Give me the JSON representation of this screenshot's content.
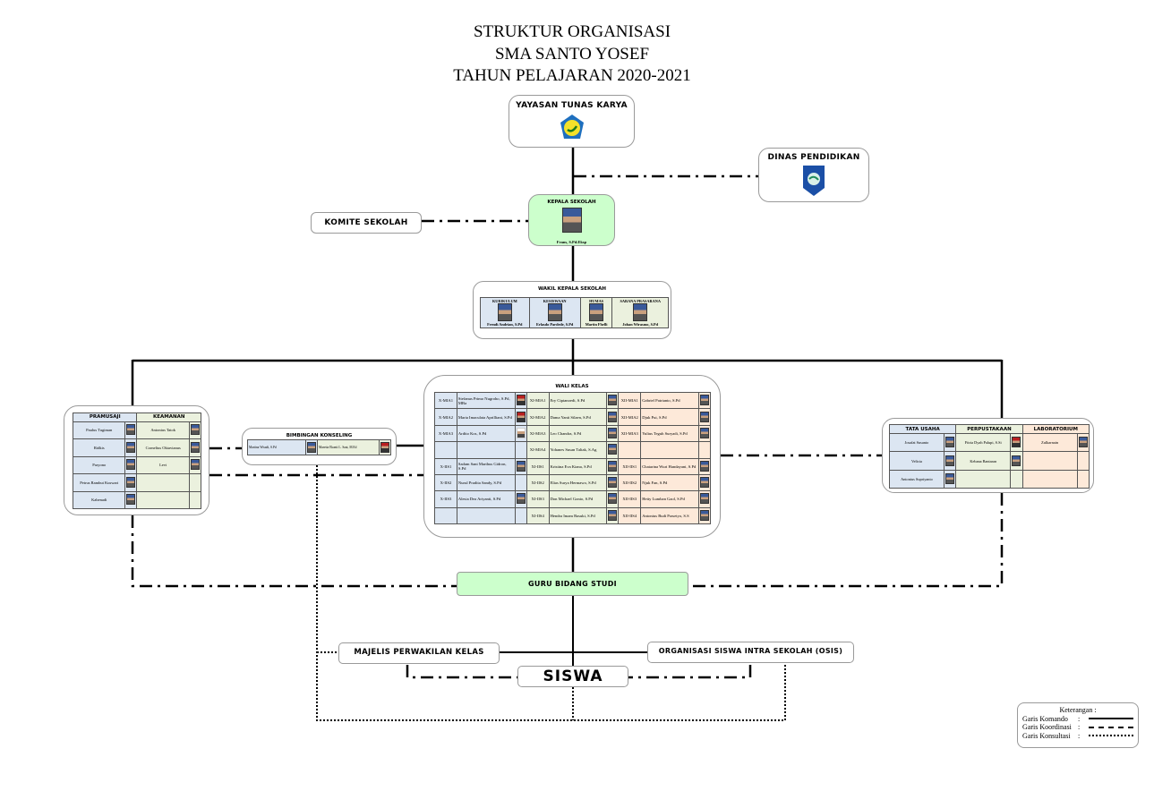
{
  "title": {
    "line1": "STRUKTUR ORGANISASI",
    "line2": "SMA SANTO YOSEF",
    "line3": "TAHUN PELAJARAN 2020-2021"
  },
  "yayasan": {
    "label": "YAYASAN TUNAS KARYA",
    "icon": "yayasan-logo"
  },
  "dinas": {
    "label": "DINAS PENDIDIKAN",
    "icon": "provincial-shield-logo"
  },
  "komite": {
    "label": "KOMITE SEKOLAH"
  },
  "kepala": {
    "label": "KEPALA SEKOLAH",
    "name": "Frans, S.Pd.Eksp"
  },
  "wakil": {
    "label": "WAKIL KEPALA SEKOLAH",
    "items": [
      {
        "role": "KURIKULUM",
        "name": "Frendi Andrian, S.Pd"
      },
      {
        "role": "KESISWAAN",
        "name": "Erlasdo Pardede, S.Pd"
      },
      {
        "role": "HUMAS",
        "name": "Martin Fhelli"
      },
      {
        "role": "SARANA PRASARANA",
        "name": "Johan Wirasmo, S.Pd"
      }
    ]
  },
  "walikelas": {
    "label": "WALI KELAS",
    "rows": [
      {
        "c10": "X-MIA1",
        "n10": "Stefanus Primo Nugroho, S.Pd, MBa",
        "c11": "XI-MIA1",
        "n11": "Ery Ciptanoedi, S.Pd",
        "c12": "XII-MIA1",
        "n12": "Gabriel Patrianto, S.Pd"
      },
      {
        "c10": "X-MIA2",
        "n10": "Maria Imaculata Aprilliani, S.Pd",
        "c11": "XI-MIA2",
        "n11": "Dama Yanti Silaen, S.Pd",
        "c12": "XII-MIA2",
        "n12": "Djuk Pui, S.Pd"
      },
      {
        "c10": "X-MIA3",
        "n10": "Ardito Kos, S.Pd",
        "c11": "XI-MIA3",
        "n11": "Leo Chandra, S.Pd",
        "c12": "XII-MIA3",
        "n12": "Yulius Teguh Suryadi, S.Pd"
      },
      {
        "c10": "",
        "n10": "",
        "c11": "XI-MIA4",
        "n11": "Yohanes Susan Taltak, S.Ag",
        "c12": "",
        "n12": ""
      },
      {
        "c10": "X-IIS1",
        "n10": "Sadam Sant Marthus Gidron, S.Pd",
        "c11": "XI-IIS1",
        "n11": "Kristina Eva Kiana, S.Pd",
        "c12": "XII-IIS1",
        "n12": "Chatarina Wuri Handayani, S.Pd"
      },
      {
        "c10": "X-IIS2",
        "n10": "Nurul Pradita Sandy, S.Pd",
        "c11": "XI-IIS2",
        "n11": "Elias Surya Hermawo, S.Pd",
        "c12": "XII-IIS2",
        "n12": "Njuk Fan, S.Pd"
      },
      {
        "c10": "X-IIS3",
        "n10": "Alesia Dea Ariyanti, S.Pd",
        "c11": "XI-IIS3",
        "n11": "Don Michael Gonio, S.Pd",
        "c12": "XII-IIS3",
        "n12": "Hetty Lumban Gaol, S.Pd"
      },
      {
        "c10": "",
        "n10": "",
        "c11": "XI-IIS4",
        "n11": "Hendra Imam Basuki, S.Pd",
        "c12": "XII-IIS4",
        "n12": "Antonius Budi Prasetyo, S.S"
      }
    ]
  },
  "pramusaji": {
    "label": "PRAMUSAJI",
    "names": [
      "Paulus Tugiman",
      "Ridkis",
      "Paryono",
      "Petrus Rambut Kuswari",
      "Kabenadi"
    ]
  },
  "keamanan": {
    "label": "KEAMANAN",
    "names": [
      "Antonius Tatok",
      "Cornelius Oktavianus",
      "Levi",
      "",
      ""
    ]
  },
  "bk": {
    "label": "BIMBINGAN KONSELING",
    "names": [
      "Martina Wisadi, S.Pd",
      "Maretta Ekanti L. Saat, M.Ed"
    ]
  },
  "tatausaha": {
    "label": "TATA USAHA",
    "names": [
      "Josafat Susanto",
      "Veliciа",
      "Antonius Supriyanto"
    ]
  },
  "perpustakaan": {
    "label": "PERPUSTAKAAN",
    "names": [
      "Fitria Dyah Palupi, S.Si",
      "Kebana Bantaran",
      ""
    ]
  },
  "laboratorium": {
    "label": "LABORATORIUM",
    "names": [
      "Zulkarnain",
      "",
      ""
    ]
  },
  "guru": {
    "label": "GURU BIDANG STUDI"
  },
  "mpk": {
    "label": "MAJELIS PERWAKILAN KELAS"
  },
  "osis": {
    "label": "ORGANISASI SISWA INTRA SEKOLAH (OSIS)"
  },
  "siswa": {
    "label": "SISWA"
  },
  "legend": {
    "title": "Keterangan :",
    "items": [
      {
        "label": "Garis Komando",
        "sep": ":",
        "style": "solid"
      },
      {
        "label": "Garis Koordinasi",
        "sep": ":",
        "style": "dash-dot"
      },
      {
        "label": "Garis Konsultasi",
        "sep": ":",
        "style": "dotted"
      }
    ]
  }
}
